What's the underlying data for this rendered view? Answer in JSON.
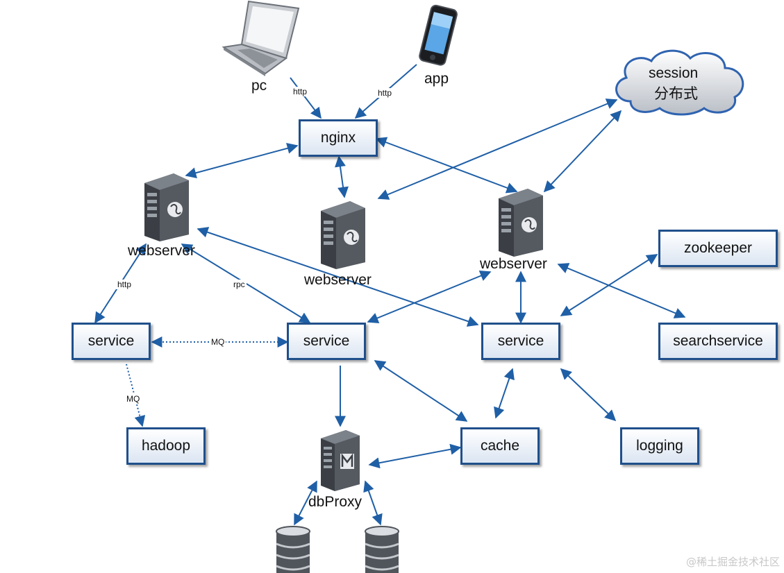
{
  "devices": {
    "pc": "pc",
    "app": "app"
  },
  "session": {
    "line1": "session",
    "line2": "分布式"
  },
  "boxes": {
    "nginx": "nginx",
    "service_left": "service",
    "service_mid": "service",
    "service_right": "service",
    "zookeeper": "zookeeper",
    "searchservice": "searchservice",
    "hadoop": "hadoop",
    "cache": "cache",
    "logging": "logging"
  },
  "servers": {
    "left": "webserver",
    "middle": "webserver",
    "right": "webserver",
    "db_proxy": "dbProxy"
  },
  "edge_labels": {
    "pc_http": "http",
    "app_http": "http",
    "web_http": "http",
    "web_rpc": "rpc",
    "mq_horizontal": "MQ",
    "mq_vertical": "MQ"
  },
  "watermark": "@稀土掘金技术社区",
  "colors": {
    "arrow": "#1f5fa6",
    "box_border": "#1f4f8b"
  }
}
